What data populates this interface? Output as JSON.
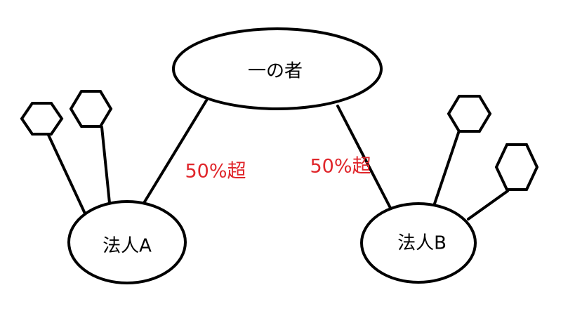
{
  "nodes": {
    "top_person": {
      "label": "一の者"
    },
    "corp_a": {
      "label": "法人A"
    },
    "corp_b": {
      "label": "法人B"
    }
  },
  "edges": {
    "top_to_a": {
      "label": "50%超"
    },
    "top_to_b": {
      "label": "50%超"
    }
  },
  "colors": {
    "line": "#000000",
    "ownership_label": "#e0262b",
    "fill": "#ffffff"
  }
}
